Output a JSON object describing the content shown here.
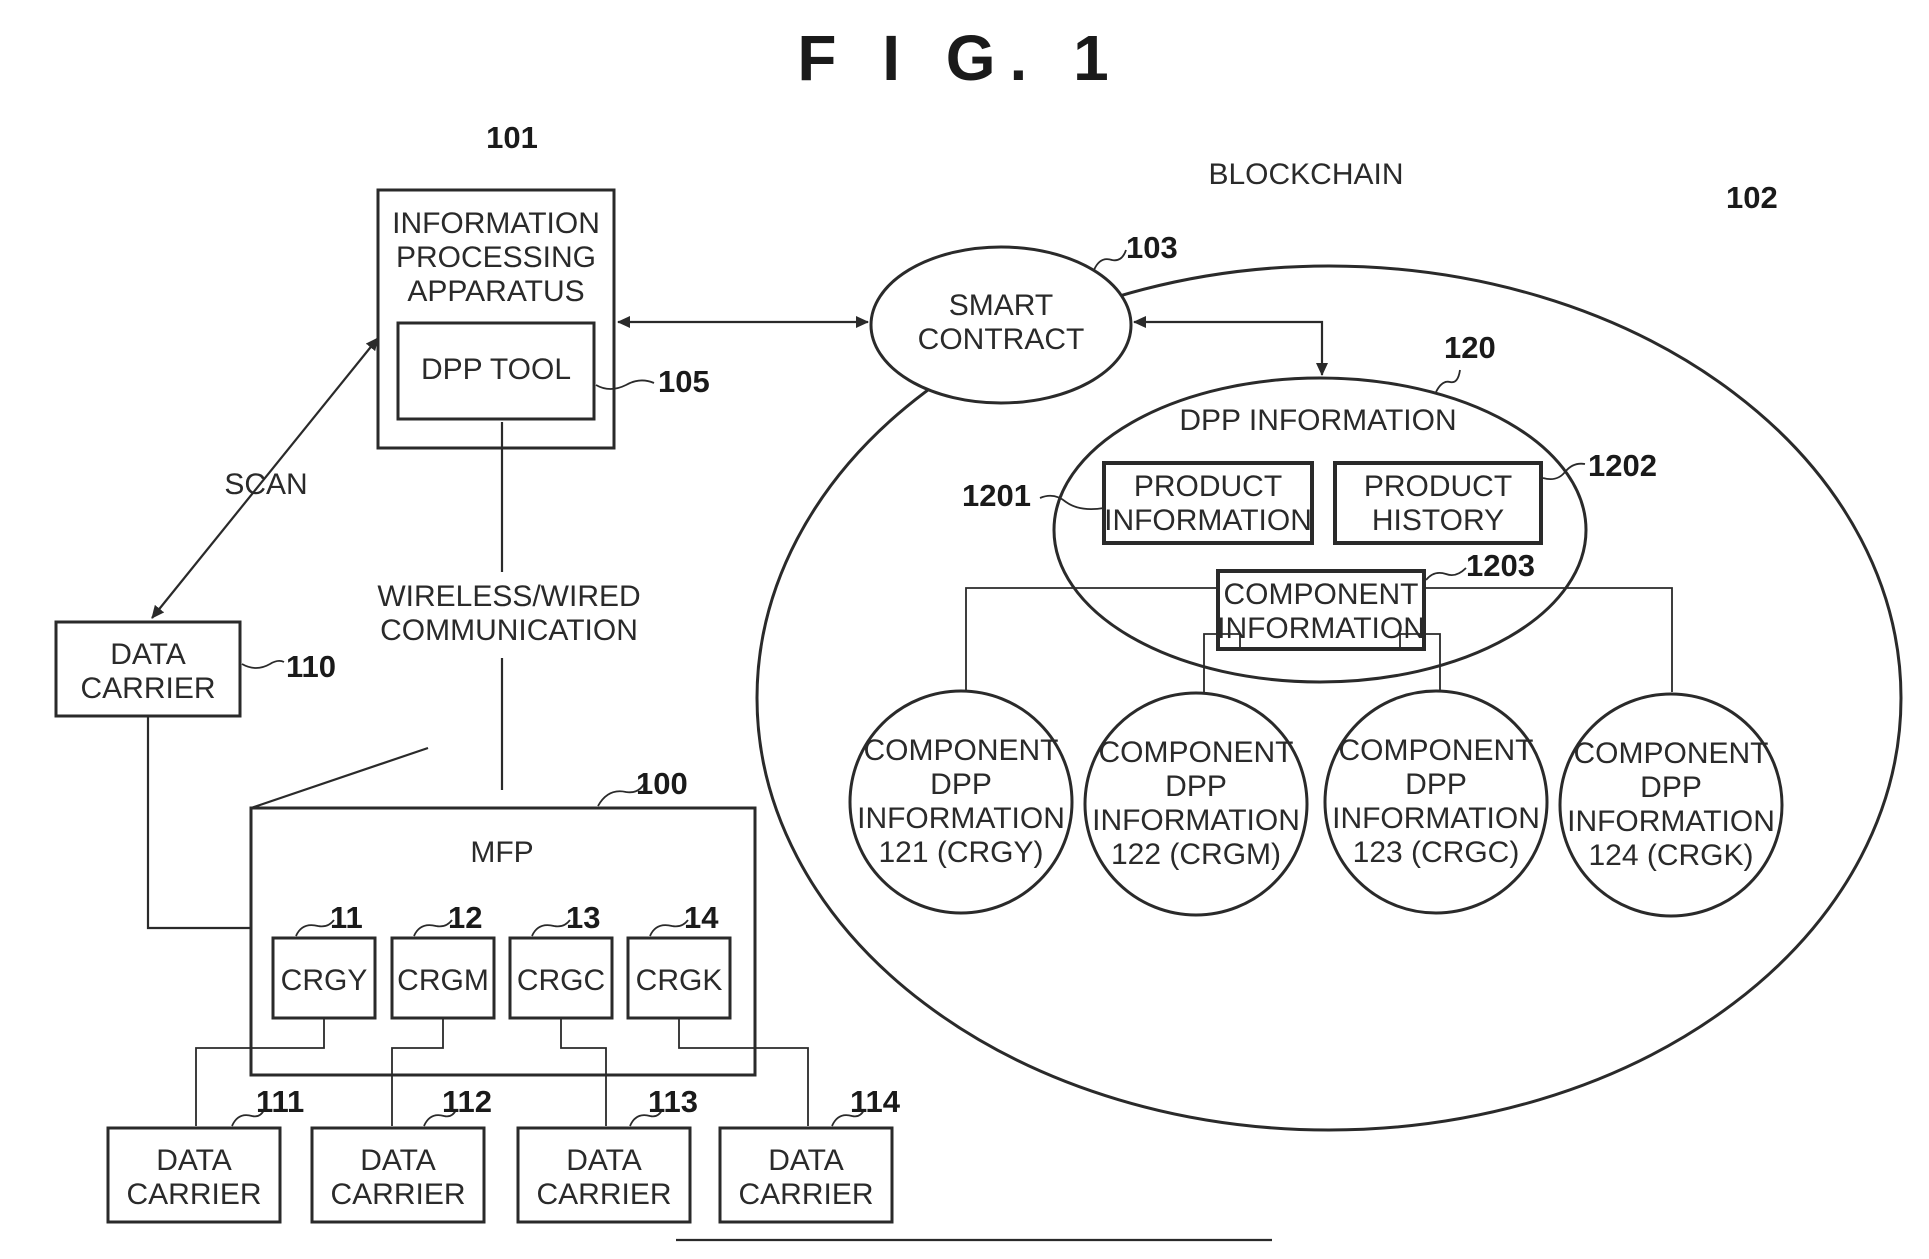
{
  "figure": {
    "title": "F I G. 1"
  },
  "info_apparatus": {
    "ref": "101",
    "lines": [
      "INFORMATION",
      "PROCESSING",
      "APPARATUS"
    ],
    "dpp_tool": {
      "label": "DPP TOOL",
      "ref": "105"
    }
  },
  "scan_label": "SCAN",
  "comm_label": [
    "WIRELESS/WIRED",
    "COMMUNICATION"
  ],
  "data_carrier_main": {
    "lines": [
      "DATA",
      "CARRIER"
    ],
    "ref": "110"
  },
  "mfp": {
    "label": "MFP",
    "ref": "100",
    "cartridges": [
      {
        "label": "CRGY",
        "ref": "11"
      },
      {
        "label": "CRGM",
        "ref": "12"
      },
      {
        "label": "CRGC",
        "ref": "13"
      },
      {
        "label": "CRGK",
        "ref": "14"
      }
    ]
  },
  "data_carriers": [
    {
      "lines": [
        "DATA",
        "CARRIER"
      ],
      "ref": "111"
    },
    {
      "lines": [
        "DATA",
        "CARRIER"
      ],
      "ref": "112"
    },
    {
      "lines": [
        "DATA",
        "CARRIER"
      ],
      "ref": "113"
    },
    {
      "lines": [
        "DATA",
        "CARRIER"
      ],
      "ref": "114"
    }
  ],
  "blockchain": {
    "label": "BLOCKCHAIN",
    "ref": "102",
    "smart_contract": {
      "lines": [
        "SMART",
        "CONTRACT"
      ],
      "ref": "103"
    },
    "dpp_info": {
      "label": "DPP INFORMATION",
      "ref": "120",
      "product_info": {
        "lines": [
          "PRODUCT",
          "INFORMATION"
        ],
        "ref": "1201"
      },
      "product_history": {
        "lines": [
          "PRODUCT",
          "HISTORY"
        ],
        "ref": "1202"
      },
      "component_info": {
        "lines": [
          "COMPONENT",
          "INFORMATION"
        ],
        "ref": "1203"
      }
    },
    "component_dpp": [
      {
        "lines": [
          "COMPONENT",
          "DPP",
          "INFORMATION",
          "121 (CRGY)"
        ]
      },
      {
        "lines": [
          "COMPONENT",
          "DPP",
          "INFORMATION",
          "122 (CRGM)"
        ]
      },
      {
        "lines": [
          "COMPONENT",
          "DPP",
          "INFORMATION",
          "123 (CRGC)"
        ]
      },
      {
        "lines": [
          "COMPONENT",
          "DPP",
          "INFORMATION",
          "124 (CRGK)"
        ]
      }
    ]
  }
}
